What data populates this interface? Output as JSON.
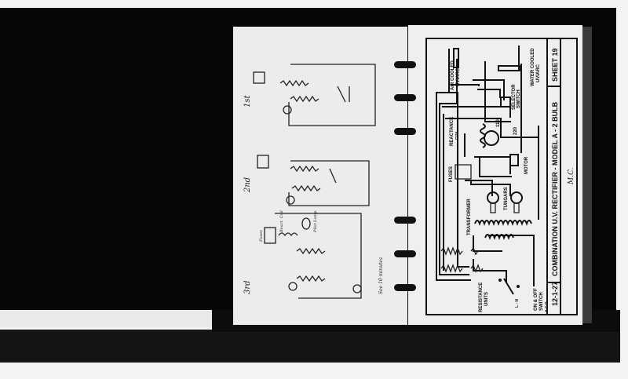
{
  "right_page": {
    "date": "12-1-27",
    "title": "COMBINATION U.V. RECTIFIER - MODEL A - 2 BULB",
    "sheet": "SHEET 19",
    "labels": {
      "air_cooled": "AIR COOLED",
      "air_cooled_2": "UVIARC",
      "water_cooled": "WATER COOLED",
      "water_cooled_2": "UVIARC",
      "selector": "SELECTOR",
      "selector_2": "SWITCH",
      "v110": "110",
      "v220": "220",
      "reactance": "REACTANCE",
      "reactance_2": "COIL",
      "fuses": "FUSES",
      "motor": "MOTOR",
      "tungars": "TUNGARS",
      "transformer": "TRANSFORMER",
      "resistance": "RESISTANCE",
      "resistance_2": "UNITS",
      "onoff": "ON & OFF",
      "onoff_2": "SWITCH",
      "initials": "A.C.D.",
      "line": "L - N"
    },
    "signature": "M.C."
  },
  "left_page": {
    "sketch1": "1st",
    "sketch2": "2nd",
    "sketch3": "3rd",
    "fuses": "Fuses",
    "react_coil": "React. Coil",
    "pilot": "Pilot Lamp",
    "note": "See 10 minutes"
  }
}
